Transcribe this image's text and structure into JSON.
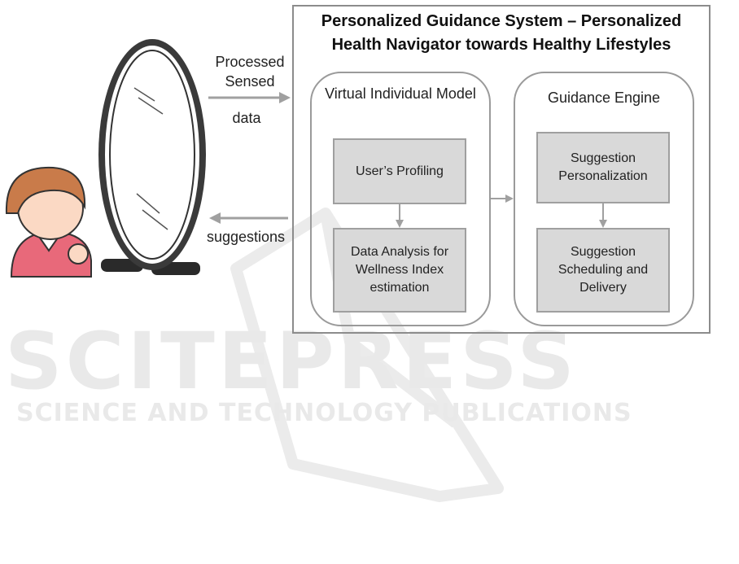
{
  "system_title": "Personalized Guidance System – Personalized Health Navigator towards Healthy Lifestyles",
  "left_column": {
    "title": "Virtual Individual Model",
    "box_top": "User’s Profiling",
    "box_bottom": "Data Analysis for Wellness Index estimation"
  },
  "right_column": {
    "title": "Guidance Engine",
    "box_top": "Suggestion Personalization",
    "box_bottom": "Suggestion Scheduling and Delivery"
  },
  "arrows": {
    "incoming_label": "Processed Sensed",
    "incoming_label_2": "data",
    "outgoing_label": "suggestions"
  },
  "watermark": {
    "big": "SCITEPRESS",
    "small": "SCIENCE AND TECHNOLOGY PUBLICATIONS"
  },
  "icons": [
    "mirror-icon",
    "person-icon"
  ],
  "colors": {
    "box_fill": "#d9d9d9",
    "border": "#9a9a9a",
    "arrow": "#a0a0a0",
    "person_hair": "#c97b4a",
    "person_shirt": "#e8697a",
    "person_skin": "#fbd9c4"
  }
}
